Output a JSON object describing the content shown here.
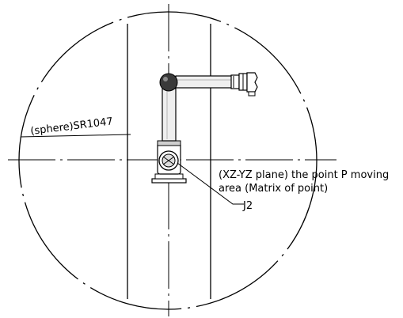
{
  "labels": {
    "sphere": "(sphere)SR1047",
    "plane_line1": "(XZ-YZ plane) the point P moving",
    "plane_line2": "area (Matrix of point)",
    "joint": "J2"
  },
  "colors": {
    "stroke": "#000000",
    "arm_fill": "#e8e8e8",
    "joint_fill": "#333333",
    "background": "#ffffff"
  }
}
